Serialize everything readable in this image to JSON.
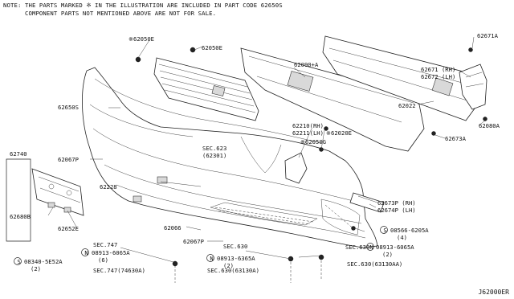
{
  "note": {
    "line1": "NOTE: THE PARTS MARKED ※ IN THE ILLUSTRATION ARE INCLUDED IN PART CODE 62650S",
    "line2": "      COMPONENT PARTS NOT MENTIONED ABOVE ARE NOT FOR SALE."
  },
  "labels": {
    "l62050e_a": "※62050E",
    "l62050e_b": "62050E",
    "l62090a": "62090+A",
    "l62671a": "62671A",
    "l62671": "62671 (RH)",
    "l62672": "62672 (LH)",
    "l62650s": "62650S",
    "l62022": "62022",
    "l62080a": "62080A",
    "l62210": "62210(RH)",
    "l62211": "62211(LH)",
    "l62020e": "※62020E",
    "l62050g": "※62050G",
    "l62673a": "62673A",
    "l62740": "62740",
    "l62067p_a": "62067P",
    "l_sec623": "SEC.623",
    "l_sec623b": "(62301)",
    "l62228": "62228",
    "l62680b": "62680B",
    "l62652e": "62652E",
    "l08340_a": "08340-5E52A",
    "l08340_b": "(2)",
    "l62066": "62066",
    "l62673p": "62673P (RH)",
    "l62674p": "62674P (LH)",
    "l08566_a": "08566-6205A",
    "l08566_b": "(4)",
    "l62067p_b": "62067P",
    "l_sec747": "SEC.747",
    "l08913_6065_a": "08913-6065A",
    "l08913_6065_b": "(6)",
    "l_sec630_a": "SEC.630",
    "l08913_6365_a": "08913-6365A",
    "l08913_6365_b": "(2)",
    "l_sec630_b": "SEC.630",
    "l08913_6065r_a": "08913-6065A",
    "l08913_6065r_b": "(2)",
    "l_sec747b": "SEC.747(74630A)",
    "l_sec630_c": "SEC.630(63130A)",
    "l_sec630_d": "SEC.630(63130AA)",
    "diagram_id": "J62000ER"
  },
  "symbols": {
    "bolt_circle": "N",
    "screw_circle": "S"
  }
}
